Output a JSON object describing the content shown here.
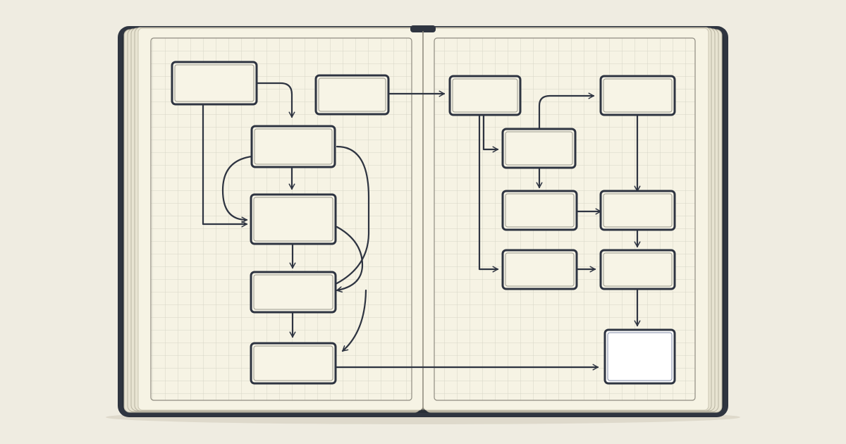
{
  "colors": {
    "background": "#efece1",
    "cover": "#2f3540",
    "cover_edge": "#1f242c",
    "page": "#f6f3e4",
    "page_edges": "#e8e4d2",
    "grid": "#d6d4c6",
    "ink": "#2e3441",
    "box_fill": "#f7f4e6",
    "highlight_fill": "#ffffff"
  },
  "diagram": {
    "nodes": [
      {
        "id": "l1"
      },
      {
        "id": "l2"
      },
      {
        "id": "l3"
      },
      {
        "id": "l4"
      },
      {
        "id": "l5"
      },
      {
        "id": "l6"
      },
      {
        "id": "r1"
      },
      {
        "id": "r2"
      },
      {
        "id": "r3"
      },
      {
        "id": "r4"
      },
      {
        "id": "r5"
      },
      {
        "id": "r6"
      },
      {
        "id": "r7"
      },
      {
        "id": "r8",
        "highlighted": true
      }
    ],
    "edges": [
      {
        "from": "l1",
        "to": "l3"
      },
      {
        "from": "l1",
        "to": "l4"
      },
      {
        "from": "l3",
        "to": "l4"
      },
      {
        "from": "l3",
        "to": "l4",
        "curved": true
      },
      {
        "from": "l4",
        "to": "l5"
      },
      {
        "from": "l4",
        "to": "l5",
        "curved": true
      },
      {
        "from": "l5",
        "to": "l6"
      },
      {
        "from": "l3",
        "to": "l6",
        "curved": true
      },
      {
        "from": "l2",
        "to": "r1"
      },
      {
        "from": "r1",
        "to": "r2"
      },
      {
        "from": "r1",
        "to": "r5"
      },
      {
        "from": "r2",
        "to": "r3"
      },
      {
        "from": "r2",
        "to": "r6"
      },
      {
        "from": "r3",
        "to": "r4"
      },
      {
        "from": "r6",
        "to": "r4"
      },
      {
        "from": "r4",
        "to": "r7"
      },
      {
        "from": "r5",
        "to": "r7"
      },
      {
        "from": "r7",
        "to": "r8"
      },
      {
        "from": "l6",
        "to": "r8"
      }
    ]
  }
}
